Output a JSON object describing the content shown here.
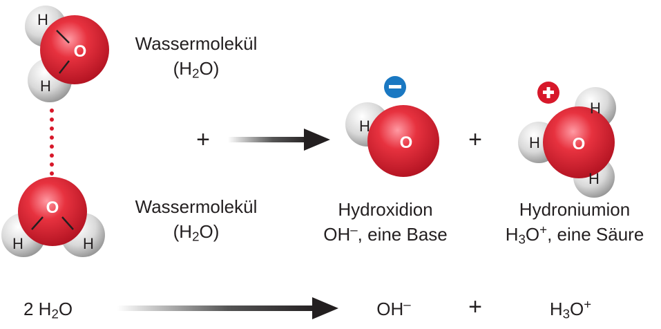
{
  "molecules": {
    "water_top": {
      "name": "Wassermolekül",
      "formula_open": "(H",
      "formula_sub": "2",
      "formula_close": "O)",
      "atom_o": "O",
      "atom_h1": "H",
      "atom_h2": "H"
    },
    "water_bottom": {
      "name": "Wassermolekül",
      "formula_open": "(H",
      "formula_sub": "2",
      "formula_close": "O)",
      "atom_o": "O",
      "atom_h1": "H",
      "atom_h2": "H"
    },
    "hydroxide": {
      "name": "Hydroxidion",
      "formula_base": "OH",
      "formula_sup": "–",
      "formula_tail": ", eine Base",
      "atom_o": "O",
      "atom_h": "H",
      "charge": "–"
    },
    "hydronium": {
      "name": "Hydroniumion",
      "formula_h": "H",
      "formula_sub": "3",
      "formula_o": "O",
      "formula_sup": "+",
      "formula_tail": ", eine Säure",
      "atom_o": "O",
      "atom_h1": "H",
      "atom_h2": "H",
      "atom_h3": "H",
      "charge": "+"
    }
  },
  "reaction": {
    "plus_left": "+",
    "plus_products": "+"
  },
  "equation": {
    "reactant_coef": "2 H",
    "reactant_sub": "2",
    "reactant_tail": "O",
    "product1_base": "OH",
    "product1_sup": "–",
    "plus": "+",
    "product2_base": "H",
    "product2_sub": "3",
    "product2_o": "O",
    "product2_sup": "+"
  },
  "colors": {
    "oxygen_red": "#d7182a",
    "hydrogen_gray": "#bdbdbd",
    "arrow": "#231f20",
    "hbond_dots": "#d7182a",
    "charge_negative": "#1a78c2",
    "charge_positive": "#d7182a"
  }
}
